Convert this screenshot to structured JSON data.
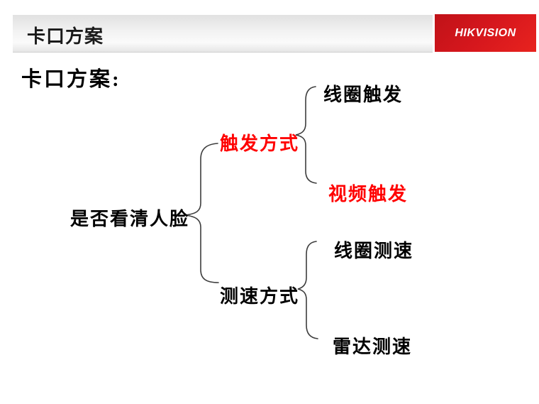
{
  "header": {
    "title": "卡口方案",
    "logo_text": "HIKVISION",
    "logo_bg_color": "#d6171d",
    "logo_text_color": "#ffffff",
    "bar_bg_color": "#ededed"
  },
  "slide": {
    "heading": "卡口方案:"
  },
  "diagram": {
    "type": "bracket-tree",
    "line_color": "#3d3d3d",
    "accent_red": "#ff0000",
    "root": {
      "label": "是否看清人脸",
      "color": "#000000"
    },
    "branches": [
      {
        "label": "触发方式",
        "color": "#ff0000",
        "children": [
          {
            "label": "线圈触发",
            "color": "#000000"
          },
          {
            "label": "视频触发",
            "color": "#ff0000"
          }
        ]
      },
      {
        "label": "测速方式",
        "color": "#000000",
        "children": [
          {
            "label": "线圈测速",
            "color": "#000000"
          },
          {
            "label": "雷达测速",
            "color": "#000000"
          }
        ]
      }
    ]
  }
}
